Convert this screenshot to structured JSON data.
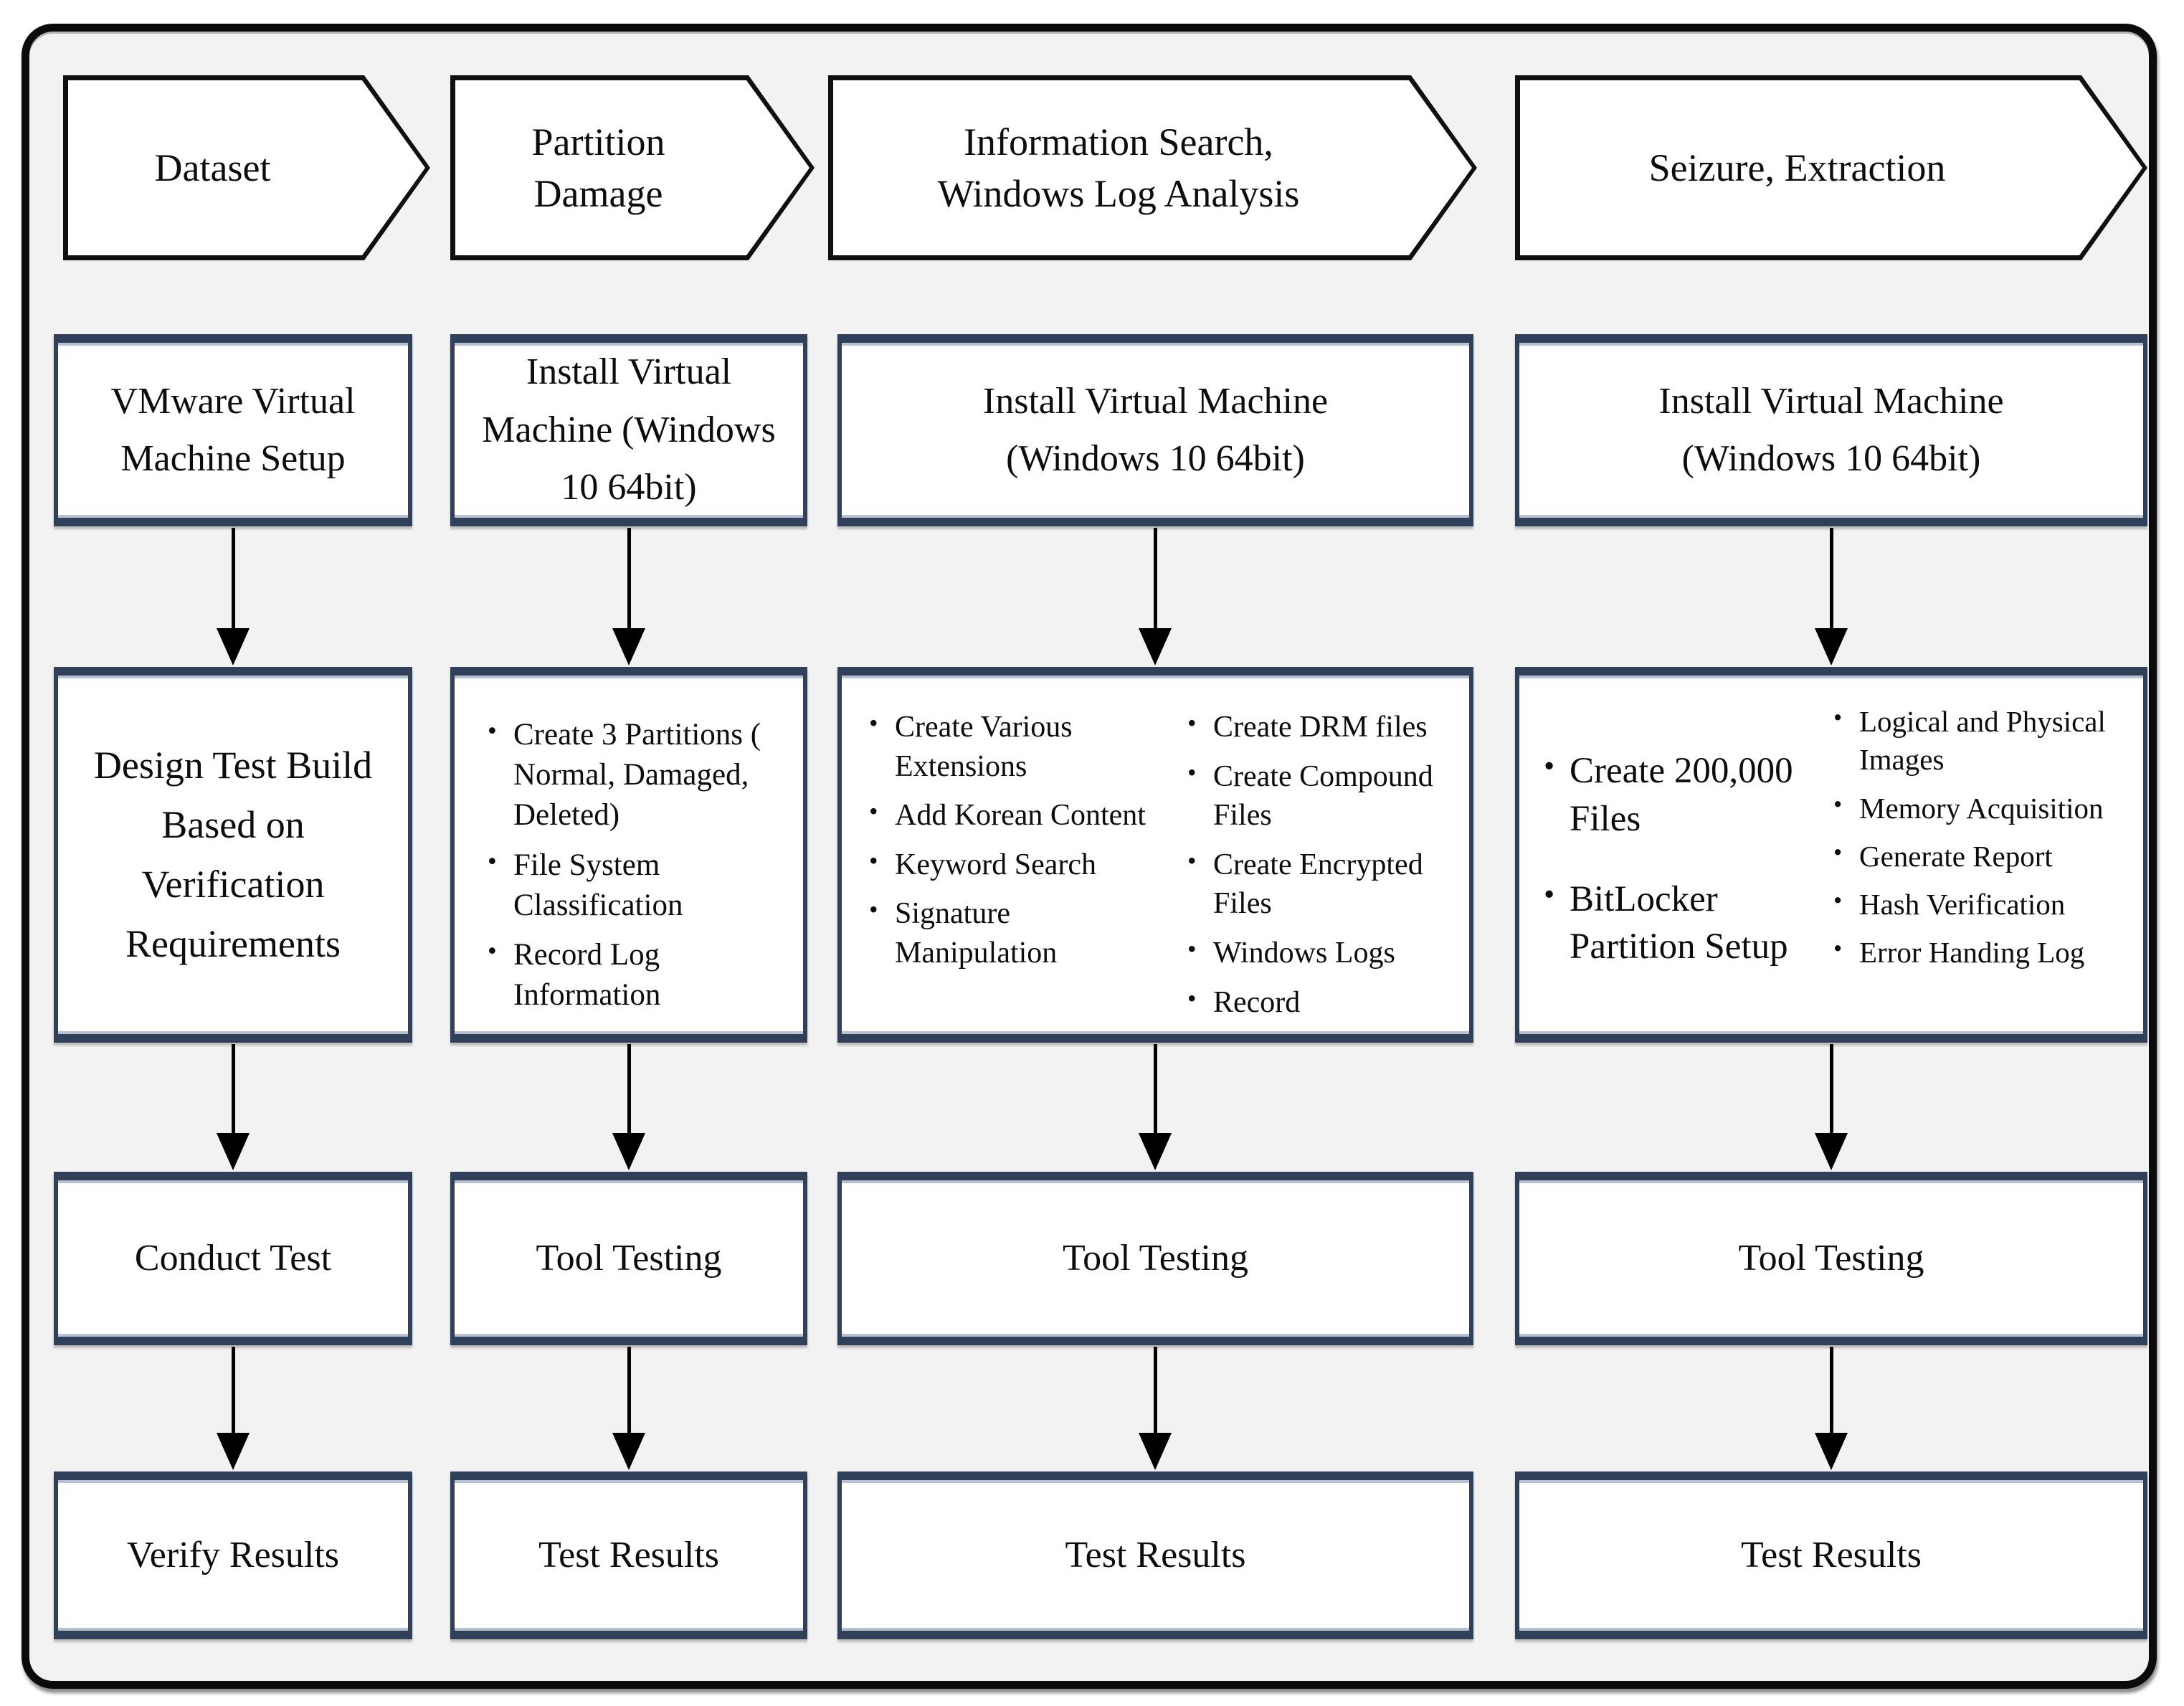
{
  "colors": {
    "frame_background": "#f2f2f3",
    "frame_border": "#0b0b0b",
    "box_border_navy": "#2f4058",
    "box_border_inner_light": "#b7c1d4",
    "arrow_black": "#000000",
    "box_fill": "#ffffff"
  },
  "columns": [
    {
      "header_lines": [
        "Dataset"
      ],
      "box1_lines": [
        "VMware Virtual",
        "Machine Setup"
      ],
      "box2_lines": [
        "Design Test Build",
        "Based on",
        "Verification",
        "Requirements"
      ],
      "box3": "Conduct Test",
      "box4": "Verify Results"
    },
    {
      "header_lines": [
        "Partition",
        "Damage"
      ],
      "box1_lines": [
        "Install Virtual",
        "Machine (Windows",
        "10 64bit)"
      ],
      "box2_bullets": [
        "Create 3 Partitions ( Normal, Damaged, Deleted)",
        "File System Classification",
        "Record Log Information"
      ],
      "box3": "Tool Testing",
      "box4": "Test Results"
    },
    {
      "header_lines": [
        "Information Search,",
        "Windows Log Analysis"
      ],
      "box1_lines": [
        "Install Virtual Machine",
        "(Windows 10 64bit)"
      ],
      "box2_bullets_left": [
        "Create Various Extensions",
        "Add Korean Content",
        "Keyword Search",
        "Signature Manipulation"
      ],
      "box2_bullets_right": [
        "Create DRM files",
        "Create Compound Files",
        "Create Encrypted Files",
        "Windows Logs",
        "Record"
      ],
      "box3": "Tool Testing",
      "box4": "Test Results"
    },
    {
      "header_lines": [
        "Seizure, Extraction"
      ],
      "box1_lines": [
        "Install Virtual Machine",
        "(Windows 10 64bit)"
      ],
      "box2_bullets_left": [
        "Create 200,000 Files",
        "BitLocker Partition Setup"
      ],
      "box2_bullets_right": [
        "Logical and Physical Images",
        "Memory Acquisition",
        "Generate Report",
        "Hash Verification",
        "Error Handing Log"
      ],
      "box3": "Tool Testing",
      "box4": "Test Results"
    }
  ]
}
